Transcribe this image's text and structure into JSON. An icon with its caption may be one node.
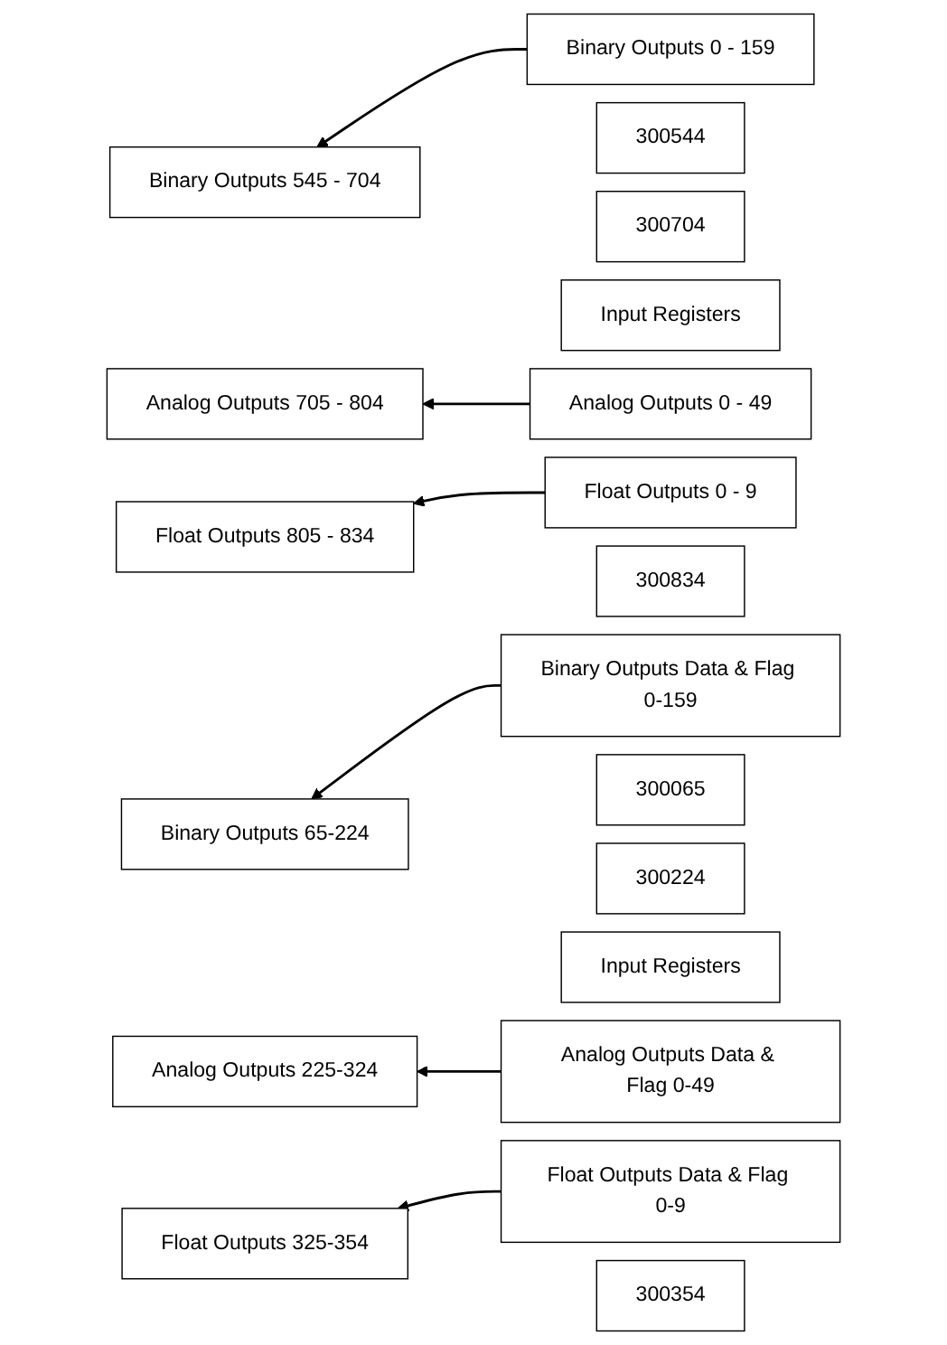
{
  "diagram": {
    "nodes": [
      {
        "text": [
          "Input Registers"
        ]
      },
      {
        "text": [
          "Binary Outputs 545 - 704"
        ]
      },
      {
        "text": [
          "300544"
        ]
      },
      {
        "text": [
          "300704"
        ]
      },
      {
        "text": [
          "Binary Outputs 0 - 159"
        ]
      },
      {
        "text": [
          "Analog Outputs 705 - 804"
        ]
      },
      {
        "text": [
          "Analog Outputs 0 - 49"
        ]
      },
      {
        "text": [
          "Float Outputs 805 - 834"
        ]
      },
      {
        "text": [
          "300834"
        ]
      },
      {
        "text": [
          "Float Outputs 0 - 9"
        ]
      },
      {
        "text": [
          "Input Registers"
        ]
      },
      {
        "text": [
          "Binary Outputs 65-224"
        ]
      },
      {
        "text": [
          "300065"
        ]
      },
      {
        "text": [
          "300224"
        ]
      },
      {
        "text": [
          "Binary Outputs Data & Flag 0-159"
        ]
      },
      {
        "text": [
          "Analog Outputs 225-324"
        ]
      },
      {
        "text": [
          "Analog Outputs Data & Flag 0-49"
        ]
      },
      {
        "text": [
          "Float Outputs 325-354"
        ]
      },
      {
        "text": [
          "300354"
        ]
      },
      {
        "text": [
          "Float Outputs Data & Flag 0-9"
        ]
      }
    ],
    "edges": [
      {
        "from": 4,
        "to": 1,
        "arrow": "to"
      },
      {
        "from": 6,
        "to": 5,
        "arrow": "to"
      },
      {
        "from": 9,
        "to": 7,
        "arrow": "to"
      },
      {
        "from": 14,
        "to": 11,
        "arrow": "to"
      },
      {
        "from": 16,
        "to": 15,
        "arrow": "to"
      },
      {
        "from": 19,
        "to": 17,
        "arrow": "to"
      }
    ]
  }
}
